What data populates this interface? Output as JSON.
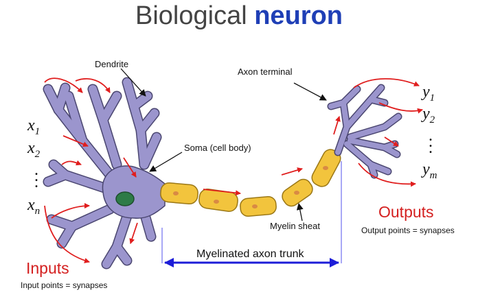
{
  "title": {
    "prefix": "Biological",
    "emphasis": "neuron"
  },
  "labels": {
    "dendrite": "Dendrite",
    "axon_terminal": "Axon terminal",
    "soma": "Soma (cell body)",
    "myelin": "Myelin sheat",
    "trunk": "Myelinated axon trunk",
    "inputs": "Inputs",
    "inputs_note": "Input points = synapses",
    "outputs": "Outputs",
    "outputs_note": "Output points = synapses"
  },
  "inputs": [
    {
      "sym": "x",
      "sub": "1"
    },
    {
      "sym": "x",
      "sub": "2"
    },
    {
      "sym": "x",
      "sub": "n"
    }
  ],
  "outputs": [
    {
      "sym": "y",
      "sub": "1"
    },
    {
      "sym": "y",
      "sub": "2"
    },
    {
      "sym": "y",
      "sub": "m"
    }
  ],
  "colors": {
    "title_accent": "#1f3fb6",
    "cell_fill": "#9b95cd",
    "cell_stroke": "#4a4670",
    "nucleus": "#2e7b47",
    "myelin_fill": "#f2c43d",
    "myelin_stroke": "#9a7716",
    "node": "#d98a44",
    "signal_arrow": "#e01e1e",
    "trunk_arrow": "#1d1dd8",
    "trunk_bracket": "#7a7af0"
  }
}
